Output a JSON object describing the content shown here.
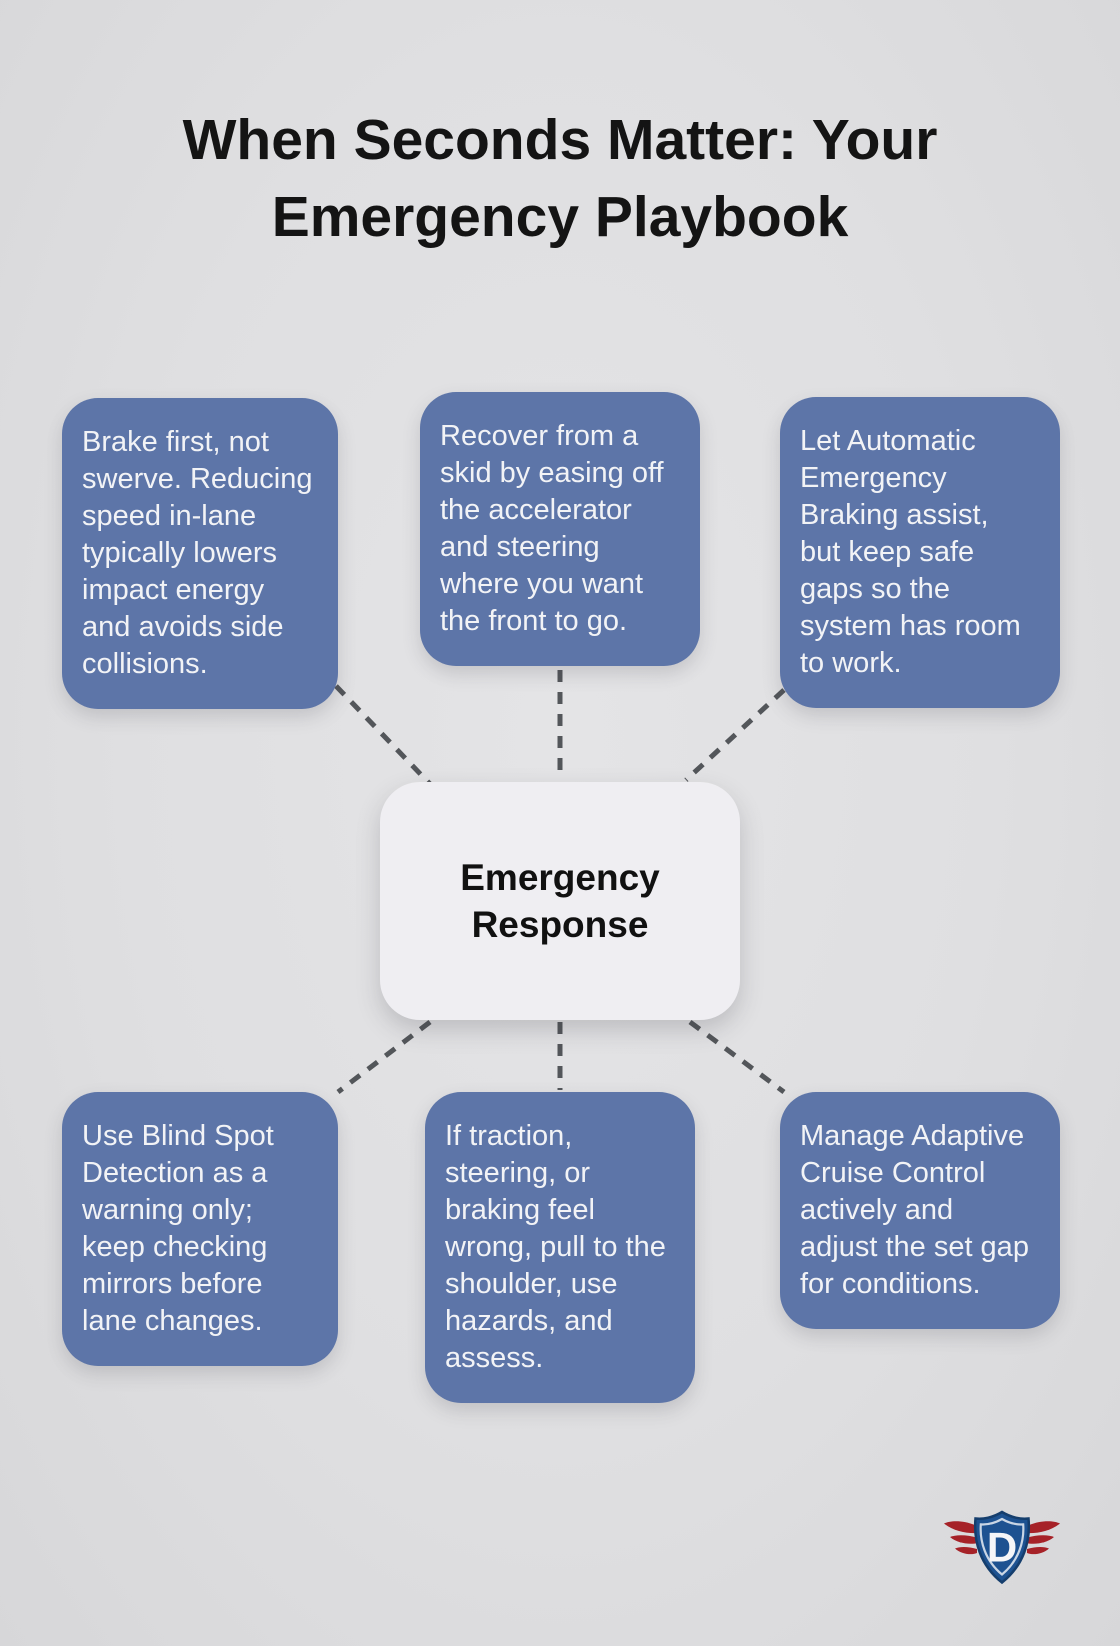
{
  "title": {
    "text": "When Seconds Matter: Your\nEmergency Playbook"
  },
  "center_node": {
    "label": "Emergency\nResponse"
  },
  "nodes": [
    {
      "position": "top-left",
      "text": "Brake first, not\nswerve. Reducing\nspeed in-lane\ntypically lowers\nimpact energy\nand avoids side\ncollisions."
    },
    {
      "position": "top-middle",
      "text": "Recover from a\nskid by easing off\nthe accelerator\nand steering\nwhere you want\nthe front to go."
    },
    {
      "position": "top-right",
      "text": "Let Automatic\nEmergency\nBraking assist,\nbut keep safe\ngaps so the\nsystem has room\nto work."
    },
    {
      "position": "bottom-left",
      "text": "Use Blind Spot\nDetection as a\nwarning only;\nkeep checking\nmirrors before\nlane changes."
    },
    {
      "position": "bottom-middle",
      "text": "If traction,\nsteering, or\nbraking feel\nwrong, pull to the\nshoulder, use\nhazards, and\nassess."
    },
    {
      "position": "bottom-right",
      "text": "Manage Adaptive\nCruise Control\nactively and\nadjust the set gap\nfor conditions."
    }
  ],
  "logo": {
    "letter": "D",
    "shield_color": "#1d5291",
    "wing_color": "#a62228"
  },
  "colors": {
    "background": "#dfdfe1",
    "node_fill": "#5d75a8",
    "node_text": "#f2f3f6",
    "center_fill": "#efeef2",
    "center_text": "#111111",
    "connector": "#53565a",
    "title": "#141414"
  }
}
